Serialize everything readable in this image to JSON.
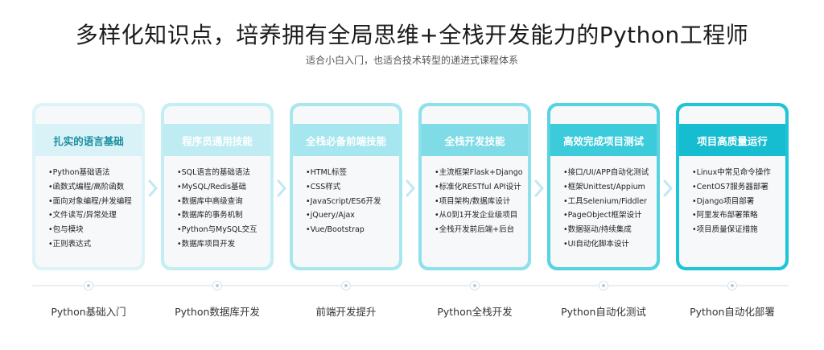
{
  "header": {
    "title": "多样化知识点，培养拥有全局思维+全栈开发能力的Python工程师",
    "subtitle": "适合小白入门，也适合技术转型的递进式课程体系"
  },
  "cards": [
    {
      "title": "扎实的语言基础",
      "items": [
        "•Python基础语法",
        "•函数式编程/高阶函数",
        "•面向对象编程/并发编程",
        "•文件读写/异常处理",
        "•包与模块",
        "•正则表达式"
      ],
      "stage": "Python基础入门"
    },
    {
      "title": "程序员通用技能",
      "items": [
        "•SQL语言的基础语法",
        "•MySQL/Redis基础",
        "•数据库中高级查询",
        "•数据库的事务机制",
        "•Python与MySQL交互",
        "•数据库项目开发"
      ],
      "stage": "Python数据库开发"
    },
    {
      "title": "全栈必备前端技能",
      "items": [
        "•HTML标签",
        "•CSS样式",
        "•JavaScript/ES6开发",
        "•jQuery/Ajax",
        "•Vue/Bootstrap"
      ],
      "stage": "前端开发提升"
    },
    {
      "title": "全栈开发技能",
      "items": [
        "•主流框架Flask+Django",
        "•标准化RESTful API设计",
        "•项目架构/数据库设计",
        "•从0到1开发企业级项目",
        "•全栈开发前后端+后台"
      ],
      "stage": "Python全栈开发"
    },
    {
      "title": "高效完成项目测试",
      "items": [
        "•接口/UI/APP自动化测试",
        "•框架Unittest/Appium",
        "•工具Selenium/Fiddler",
        "•PageObject框架设计",
        "•数据驱动/持续集成",
        "•UI自动化脚本设计"
      ],
      "stage": "Python自动化测试"
    },
    {
      "title": "项目高质量运行",
      "items": [
        "•Linux中常见命令操作",
        "•CentOS7服务器部署",
        "•Django项目部署",
        "•阿里发布部署策略",
        "•项目质量保证措施"
      ],
      "stage": "Python自动化部署"
    }
  ],
  "theme": {
    "gradient": [
      "#dcf3f8",
      "#c2eef4",
      "#a9e7ef",
      "#8ee0ea",
      "#56d3e0",
      "#1ec5d6"
    ],
    "heads": [
      "#d8f2f7",
      "#bfecf3",
      "#a6e6ee",
      "#7fdbe6",
      "#3ccbdb",
      "#16bccf"
    ],
    "head_text": [
      "#1a8ea0",
      "#ffffff",
      "#ffffff",
      "#ffffff",
      "#ffffff",
      "#ffffff"
    ],
    "chevron": "#bfe9f0"
  }
}
